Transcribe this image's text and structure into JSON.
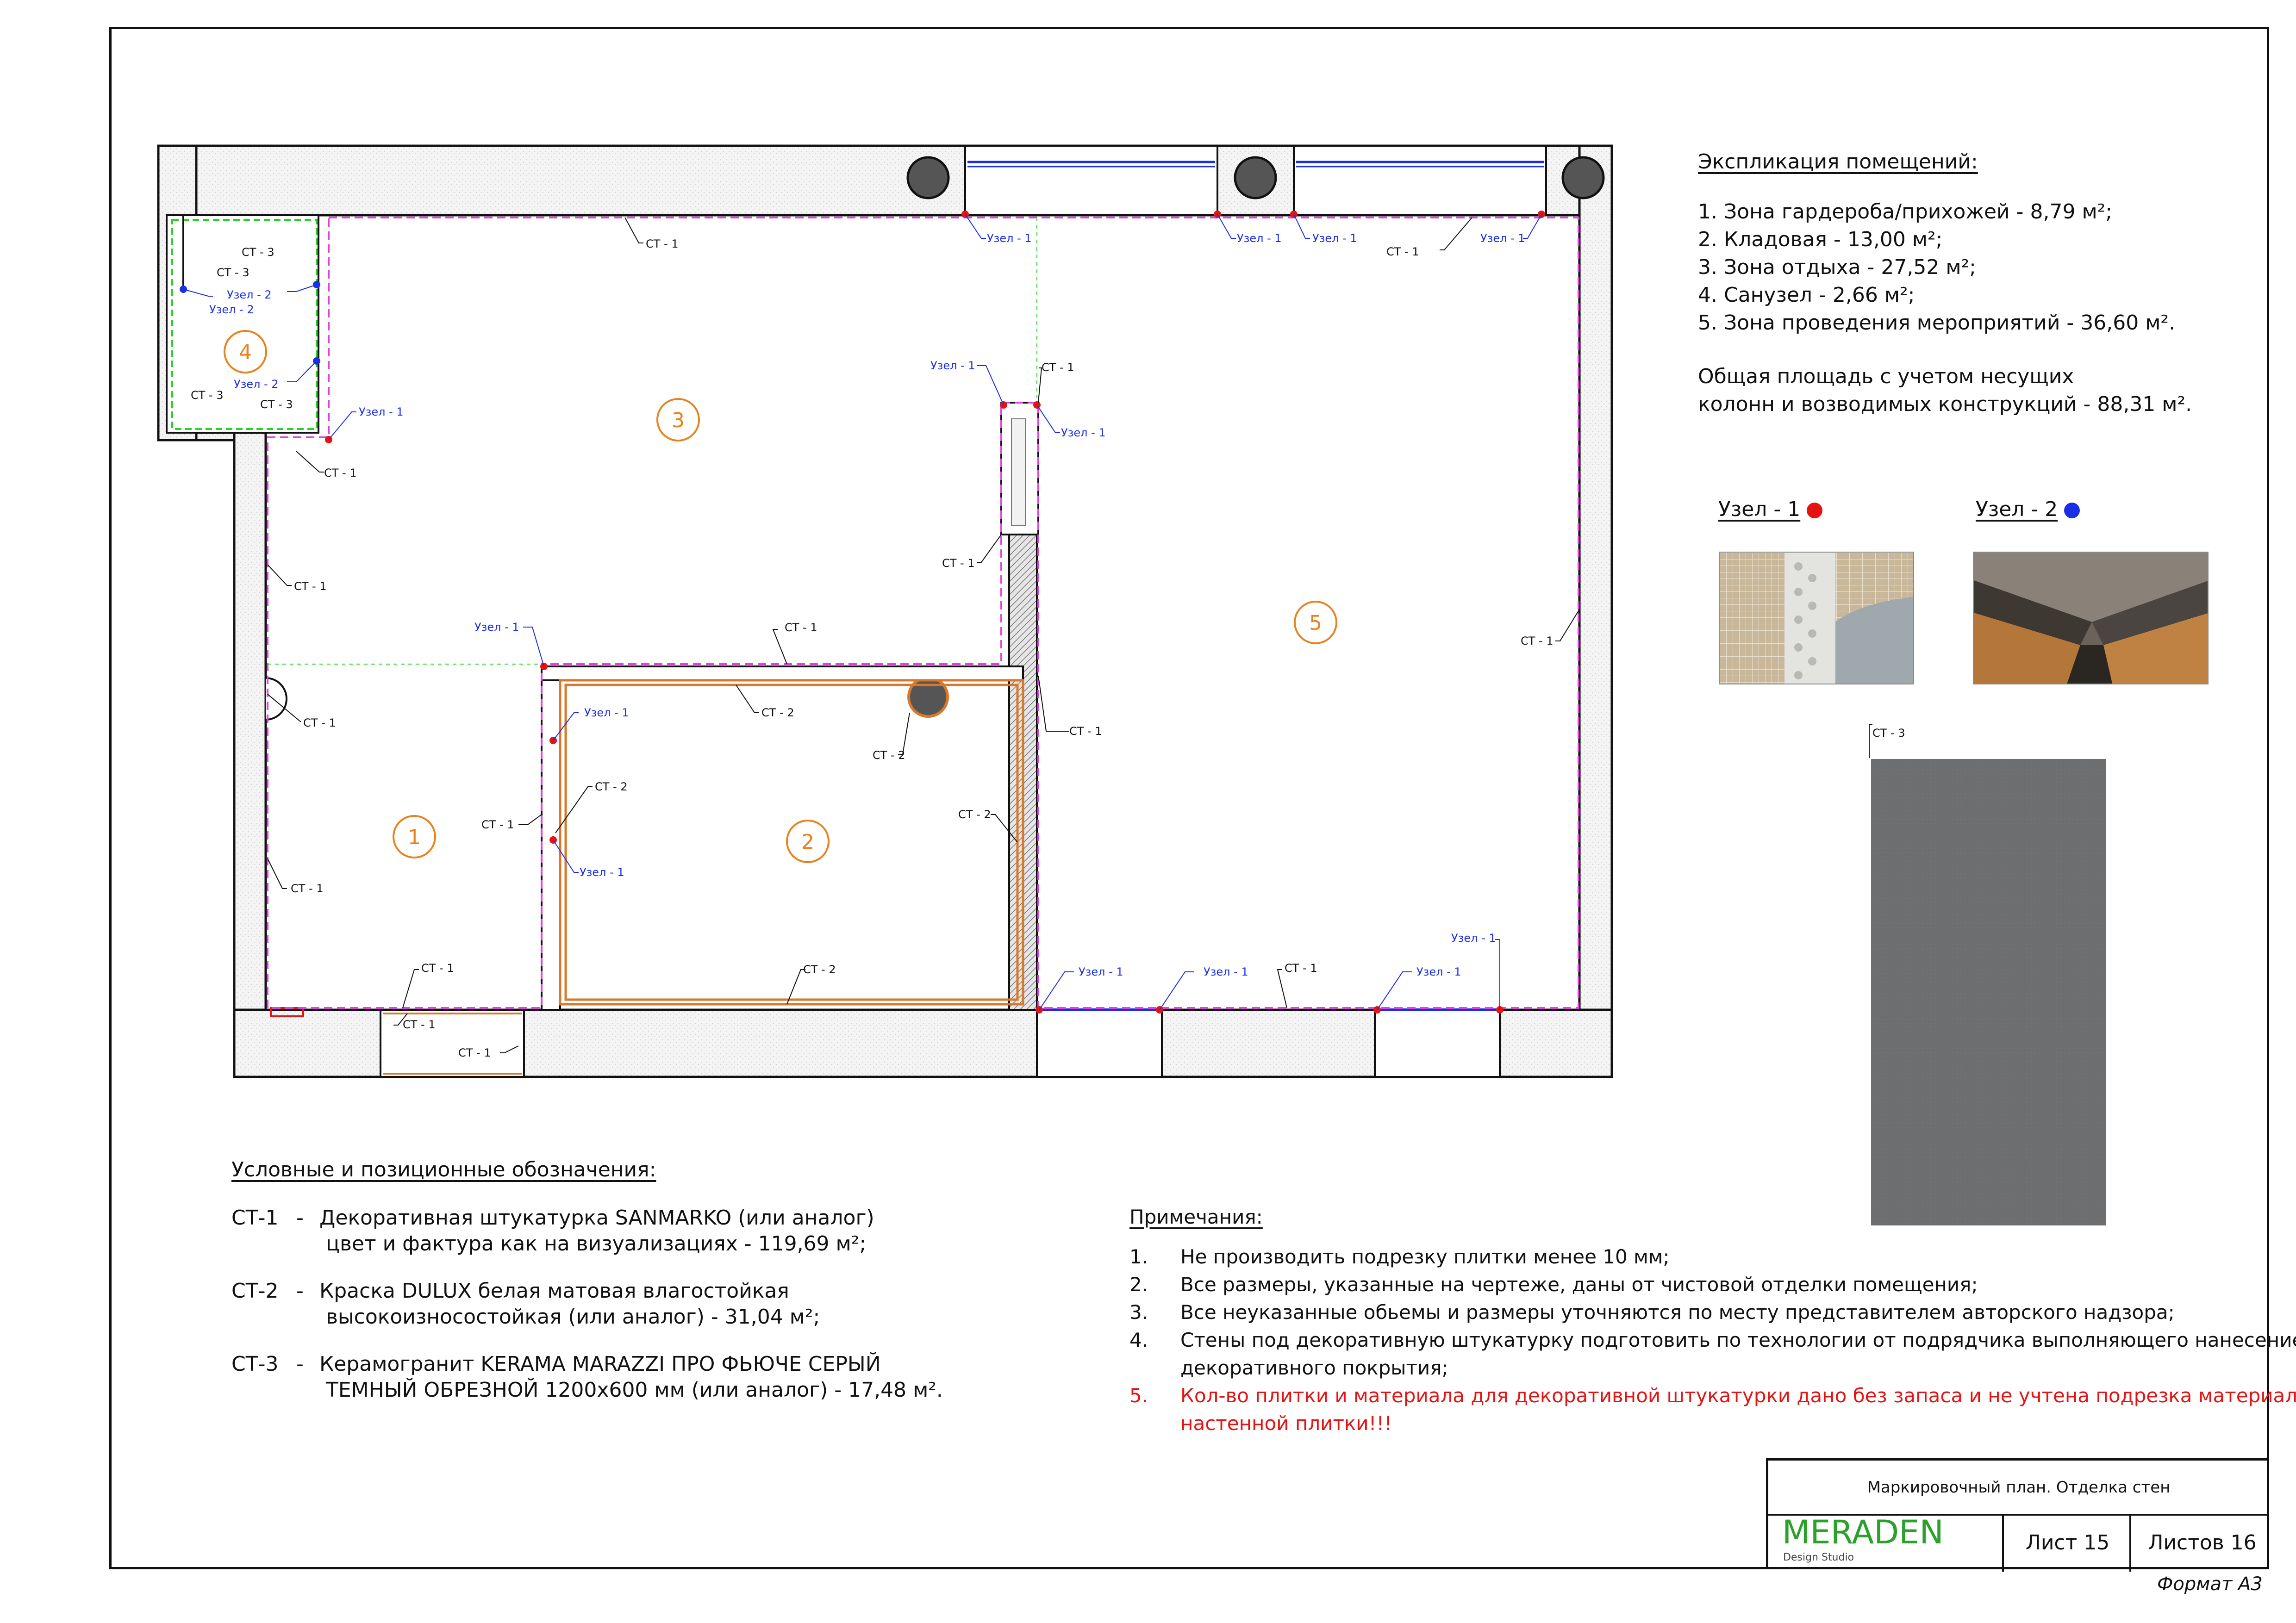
{
  "explication": {
    "title": "Экспликация помещений:",
    "rooms": [
      "1. Зона гардероба/прихожей - 8,79 м²;",
      "2. Кладовая - 13,00 м²;",
      "3. Зона отдыха - 27,52 м²;",
      "4. Санузел - 2,66 м²;",
      "5. Зона проведения мероприятий - 36,60 м²."
    ],
    "total_line1": "Общая площадь с учетом несущих",
    "total_line2": "колонн и возводимых конструкций  - 88,31 м²."
  },
  "nodes": {
    "node1": {
      "label": "Узел - 1",
      "color": "#e41414"
    },
    "node2": {
      "label": "Узел - 2",
      "color": "#1a2ee8"
    }
  },
  "ct3_sample_label": "СТ - 3",
  "plan": {
    "room_numbers": [
      "1",
      "2",
      "3",
      "4",
      "5"
    ],
    "ct1": "СТ - 1",
    "ct2": "СТ - 2",
    "ct3": "СТ - 3",
    "uzel1": "Узел - 1",
    "uzel2": "Узел - 2",
    "colors": {
      "magenta": "#e040e0",
      "orange": "#d9782a",
      "blue": "#1a2ee8",
      "red": "#e41414",
      "green": "#2ad12a"
    }
  },
  "legend": {
    "title": "Условные и позиционные обозначения:",
    "items": [
      {
        "code": "СТ-1",
        "line1": "Декоративная штукатурка SANMARKO (или аналог)",
        "line2": "цвет и фактура как на визуализациях - 119,69 м²;"
      },
      {
        "code": "СТ-2",
        "line1": "Краска DULUX белая матовая влагостойкая",
        "line2": "высокоизносостойкая (или аналог)  - 31,04 м²;"
      },
      {
        "code": "СТ-3",
        "line1": "Керамогранит KERAMA MARAZZI ПРО ФЬЮЧЕ СЕРЫЙ",
        "line2": "ТЕМНЫЙ ОБРЕЗНОЙ 1200х600 мм (или аналог) - 17,48 м²."
      }
    ]
  },
  "notes": {
    "title": "Примечания:",
    "items": [
      {
        "n": "1.",
        "text": "Не производить подрезку плитки менее 10 мм;"
      },
      {
        "n": "2.",
        "text": "Все размеры, указанные на чертеже, даны от чистовой отделки помещения;"
      },
      {
        "n": "3.",
        "text": "Все неуказанные обьемы и размеры уточняются по месту представителем авторского надзора;"
      },
      {
        "n": "4.",
        "text": "Стены под декоративную штукатурку подготовить по технологии от подрядчика выполняющего нанесение декоративного покрытия;"
      },
      {
        "n": "5.",
        "text": "Кол-во плитки и материала для декоративной штукатурки дано без запаса и не учтена подрезка материала для настенной плитки!!!"
      }
    ]
  },
  "stamp": {
    "sheet_name": "Маркировочный план. Отделка стен",
    "logo": "MERADEN",
    "logo_sub": "Design Studio",
    "sheet": "Лист 15",
    "sheets": "Листов 16"
  },
  "format": "Формат А3"
}
